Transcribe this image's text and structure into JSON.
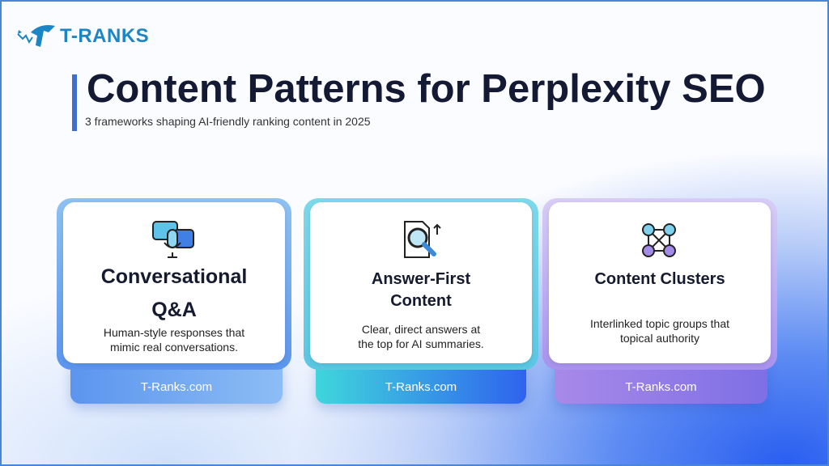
{
  "brand": {
    "logo_text": "T-RANKS"
  },
  "header": {
    "title": "Content Patterns for Perplexity SEO",
    "subtitle": "3 frameworks shaping AI-friendly ranking content in 2025"
  },
  "cards": [
    {
      "icon": "chat-microphone-icon",
      "title_line1": "Conversational",
      "title_line2": "Q&A",
      "description_line1": "Human-style responses that",
      "description_line2": "mimic real conversations.",
      "footer": "T-Ranks.com",
      "accent": "#7fb2ee"
    },
    {
      "icon": "document-search-icon",
      "title_line1": "Answer-First",
      "title_line2": "Content",
      "description_line1": "Clear, direct answers at",
      "description_line2": "the top for AI summaries.",
      "footer": "T-Ranks.com",
      "accent": "#5cd3e0"
    },
    {
      "icon": "network-nodes-icon",
      "title_line1": "Content Clusters",
      "title_line2": "",
      "description_line1": "Interlinked topic groups that",
      "description_line2": "topical authority",
      "footer": "T-Ranks.com",
      "accent": "#a48ff0"
    }
  ]
}
